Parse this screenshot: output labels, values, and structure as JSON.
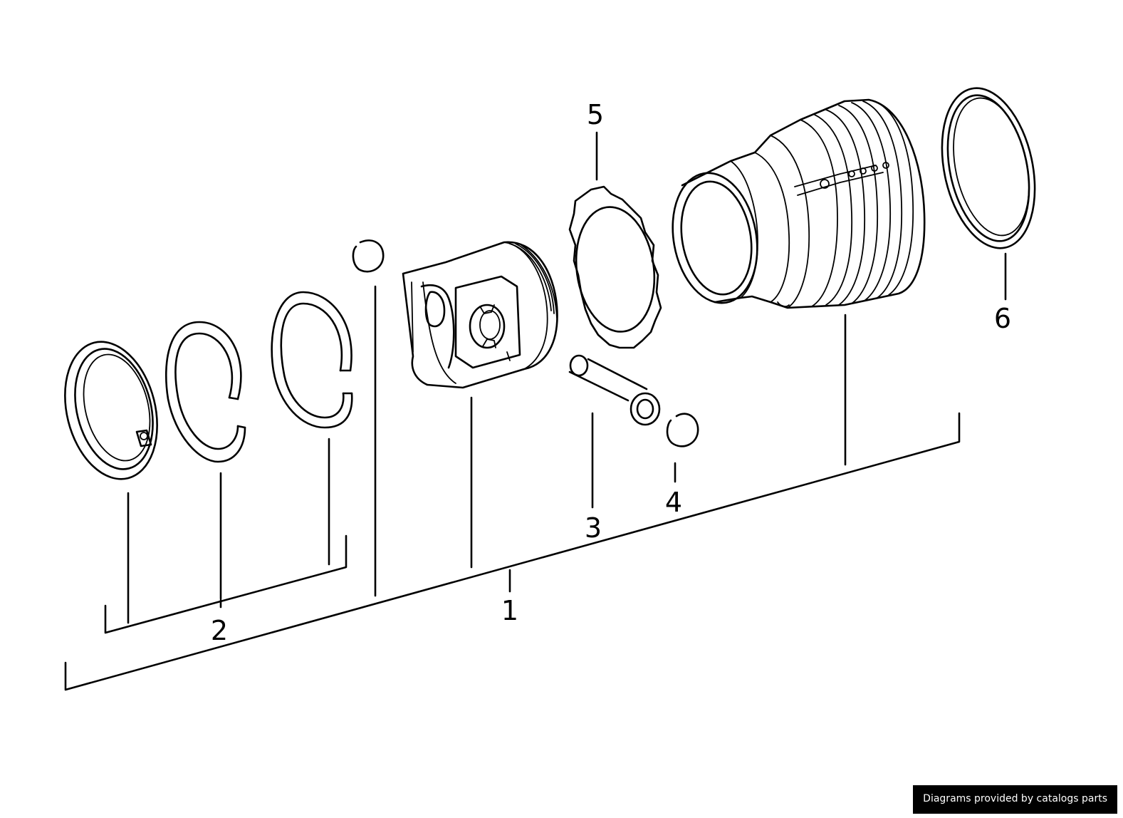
{
  "diagram": {
    "callouts": [
      {
        "id": "1",
        "text": "1"
      },
      {
        "id": "2",
        "text": "2"
      },
      {
        "id": "3",
        "text": "3"
      },
      {
        "id": "4",
        "text": "4"
      },
      {
        "id": "5",
        "text": "5"
      },
      {
        "id": "6",
        "text": "6"
      }
    ]
  },
  "footer": {
    "credit": "Diagrams provided by catalogs parts"
  }
}
